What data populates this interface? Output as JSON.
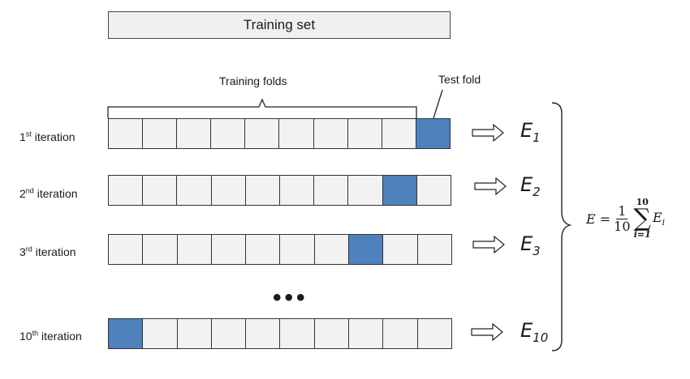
{
  "training_set_label": "Training set",
  "training_folds_label": "Training folds",
  "test_fold_label": "Test fold",
  "num_folds": 10,
  "colors": {
    "test_fold": "#4f81bd",
    "train_fold": "#f2f2f2"
  },
  "iterations": [
    {
      "label_num": "1",
      "label_suffix": "st",
      "label_word": "iteration",
      "test_fold_index": 9,
      "error_base": "E",
      "error_sub": "1"
    },
    {
      "label_num": "2",
      "label_suffix": "nd",
      "label_word": "iteration",
      "test_fold_index": 8,
      "error_base": "E",
      "error_sub": "2"
    },
    {
      "label_num": "3",
      "label_suffix": "rd",
      "label_word": "iteration",
      "test_fold_index": 7,
      "error_base": "E",
      "error_sub": "3"
    },
    {
      "label_num": "10",
      "label_suffix": "th",
      "label_word": "iteration",
      "test_fold_index": 0,
      "error_base": "E",
      "error_sub": "10"
    }
  ],
  "ellipsis": "•••",
  "formula": {
    "lhs": "E =",
    "numerator": "1",
    "denominator": "10",
    "sum_upper": "10",
    "sum_lower": "i=1",
    "term_base": "E",
    "term_sub": "i"
  }
}
